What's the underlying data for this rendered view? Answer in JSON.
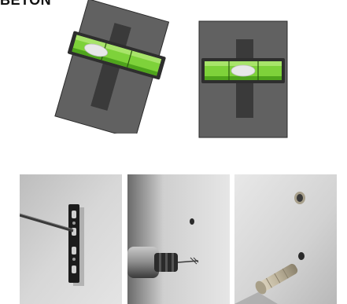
{
  "heading": "BETON",
  "figures": {
    "tilted": "tilted-plate-with-level",
    "straight": "straight-plate-with-level"
  },
  "steps": [
    {
      "label": "",
      "icon": "bracket-screwdriver-icon"
    },
    {
      "label": "",
      "icon": "drill-hole-icon"
    },
    {
      "label": "",
      "icon": "wall-plug-icon"
    }
  ]
}
